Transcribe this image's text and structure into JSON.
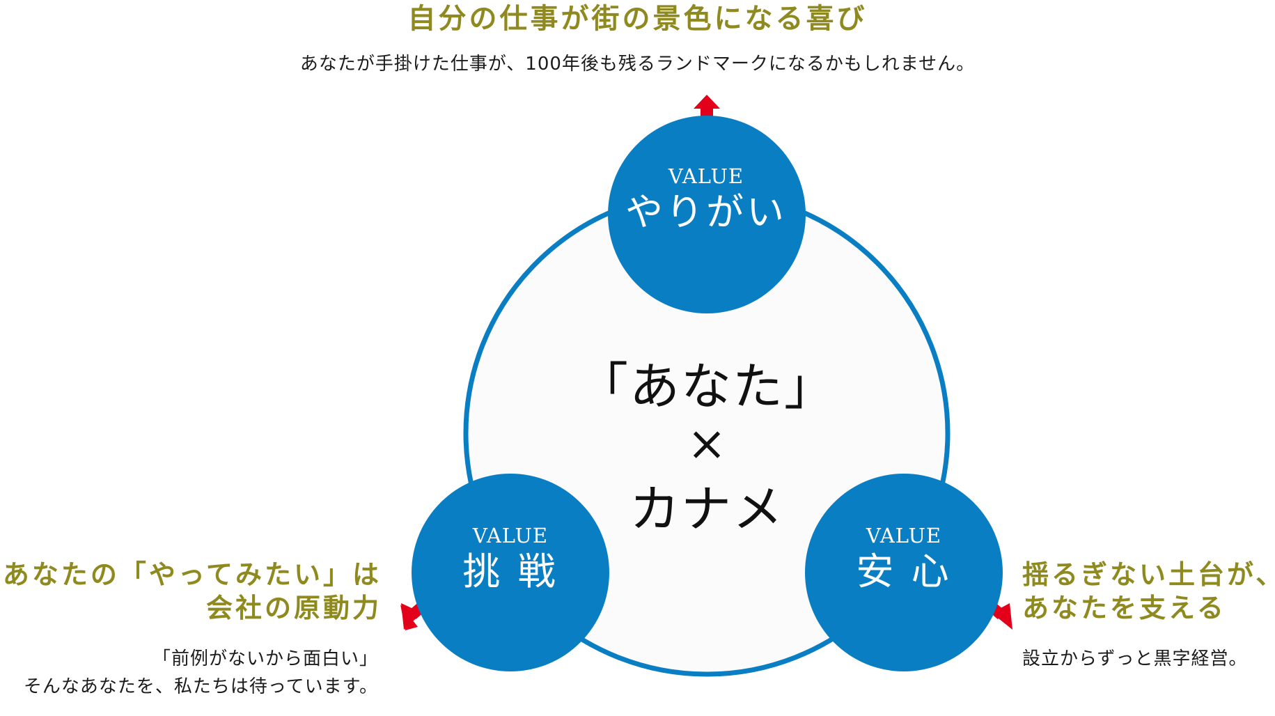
{
  "colors": {
    "main_circle_stroke": "#0a7ec2",
    "main_circle_fill": "#fbfbfb",
    "node_fill": "#0a7ec2",
    "arrow": "#e3001b",
    "headline": "#8f8a1f",
    "body_text": "#1b1b1b"
  },
  "top": {
    "headline": "自分の仕事が街の景色になる喜び",
    "body": "あなたが手掛けた仕事が、100年後も残るランドマークになるかもしれません。"
  },
  "left": {
    "headline_lines": [
      "あなたの「やってみたい」は",
      "会社の原動力"
    ],
    "body_lines": [
      "「前例がないから面白い」",
      "そんなあなたを、私たちは待っています。"
    ]
  },
  "right": {
    "headline_lines": [
      "揺るぎない土台が、",
      "あなたを支える"
    ],
    "body": "設立からずっと黒字経営。"
  },
  "nodes": {
    "top": {
      "en": "VALUE",
      "jp": "やりがい"
    },
    "left": {
      "en": "VALUE",
      "jp": "挑 戦"
    },
    "right": {
      "en": "VALUE",
      "jp": "安 心"
    }
  },
  "center": {
    "line1": "「あなた」",
    "line2": "×",
    "line3": "カナメ"
  },
  "icons": [
    "arrow-up-icon",
    "arrow-down-left-icon",
    "arrow-down-right-icon"
  ]
}
